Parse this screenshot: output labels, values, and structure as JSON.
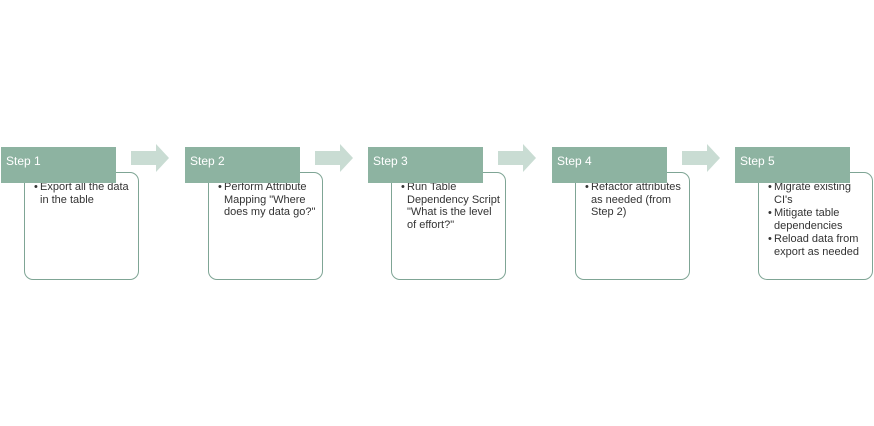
{
  "colors": {
    "header_fill": "#8db3a1",
    "header_text": "#ffffff",
    "body_border": "#7fa595",
    "arrow_fill": "#c9dcd3",
    "text": "#333333"
  },
  "steps": [
    {
      "title": "Step 1",
      "bullets": [
        "Export all the data in the table"
      ]
    },
    {
      "title": "Step 2",
      "bullets": [
        "Perform Attribute Mapping \"Where does my data go?\""
      ]
    },
    {
      "title": "Step 3",
      "bullets": [
        "Run Table Dependency Script \"What is the level of effort?\""
      ]
    },
    {
      "title": "Step 4",
      "bullets": [
        "Refactor attributes as needed (from Step 2)"
      ]
    },
    {
      "title": "Step 5",
      "bullets": [
        "Migrate existing CI's",
        "Mitigate table dependencies",
        "Reload data from export as needed"
      ]
    }
  ]
}
